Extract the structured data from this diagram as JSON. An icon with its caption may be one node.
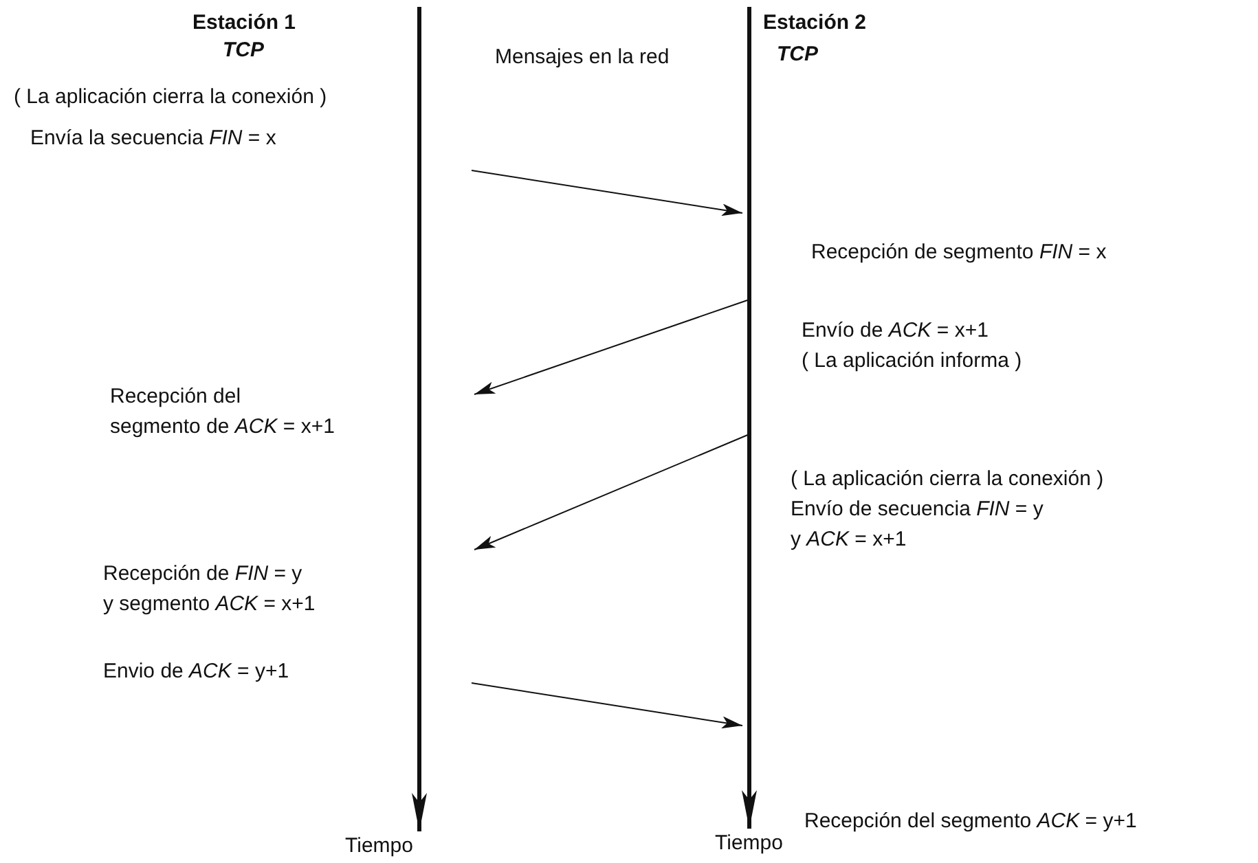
{
  "diagram": {
    "nodes": [
      {
        "text": [
          "Envía la secuencia *FIN* = x"
        ]
      },
      {
        "text": [
          "Recepción de segmento *FIN* = x"
        ]
      },
      {
        "text": [
          "Envío de *ACK* = x+1",
          "( La aplicación informa )"
        ]
      },
      {
        "text": [
          "Recepción del segmento de *ACK* = x+1"
        ]
      },
      {
        "text": [
          "( La aplicación cierra la conexión )",
          "Envío de secuencia *FIN* = y y *ACK* = x+1"
        ]
      },
      {
        "text": [
          "Recepción de *FIN* = y y segmento *ACK* = x+1"
        ]
      },
      {
        "text": [
          "Envio de *ACK* = y+1"
        ]
      },
      {
        "text": [
          "Recepción del segmento *ACK* = y+1"
        ]
      },
      {
        "text": [
          "Tiempo"
        ]
      },
      {
        "text": [
          "Tiempo"
        ]
      }
    ],
    "edges": [
      {
        "from": null,
        "to": 1,
        "arrow": "to"
      },
      {
        "from": 2,
        "to": null,
        "arrow": "to"
      },
      {
        "from": 4,
        "to": null,
        "arrow": "to"
      },
      {
        "from": null,
        "to": 7,
        "arrow": "to"
      },
      {
        "from": null,
        "to": 8,
        "arrow": "to",
        "style": "thick"
      },
      {
        "from": null,
        "to": 9,
        "arrow": "to",
        "style": "thick"
      }
    ],
    "labels": [
      "Estación 1",
      "TCP",
      "Mensajes en la red",
      "Estación 2",
      "TCP",
      "( La aplicación cierra la conexión )"
    ]
  }
}
